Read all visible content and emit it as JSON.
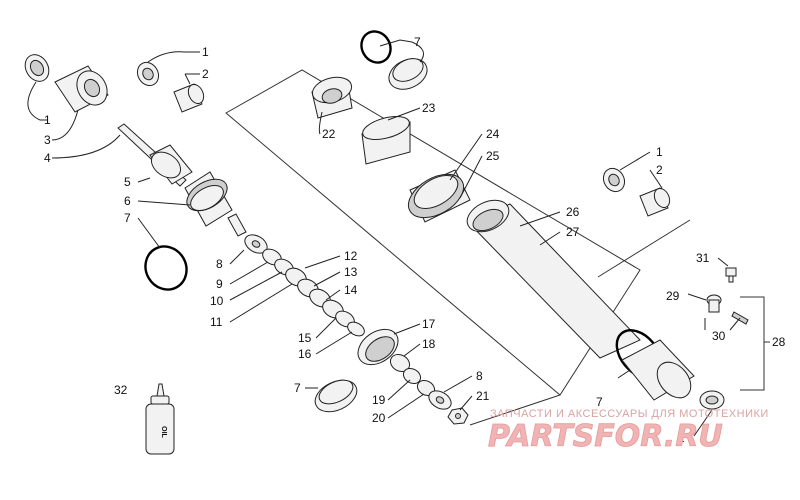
{
  "labels": {
    "p1a": "1",
    "p2a": "2",
    "p1b": "1",
    "p3": "3",
    "p4": "4",
    "p5": "5",
    "p6": "6",
    "p7a": "7",
    "p8a": "8",
    "p9": "9",
    "p10": "10",
    "p11": "11",
    "p12": "12",
    "p13": "13",
    "p14": "14",
    "p15": "15",
    "p16": "16",
    "p17": "17",
    "p18": "18",
    "p7b": "7",
    "p19": "19",
    "p20": "20",
    "p8b": "8",
    "p21": "21",
    "p32": "32",
    "p7c": "7",
    "p22": "22",
    "p23": "23",
    "p24": "24",
    "p25": "25",
    "p26": "26",
    "p27": "27",
    "p1c": "1",
    "p2b": "2",
    "p31": "31",
    "p29": "29",
    "p30": "30",
    "p28": "28",
    "p7d": "7",
    "p1d": "1"
  },
  "oil_bottle_text": "OIL",
  "watermark": {
    "line1": "ЗАПЧАСТИ И АКСЕССУАРЫ ДЛЯ МОТОТЕХНИКИ",
    "line2": "PARTSFOR.RU"
  }
}
